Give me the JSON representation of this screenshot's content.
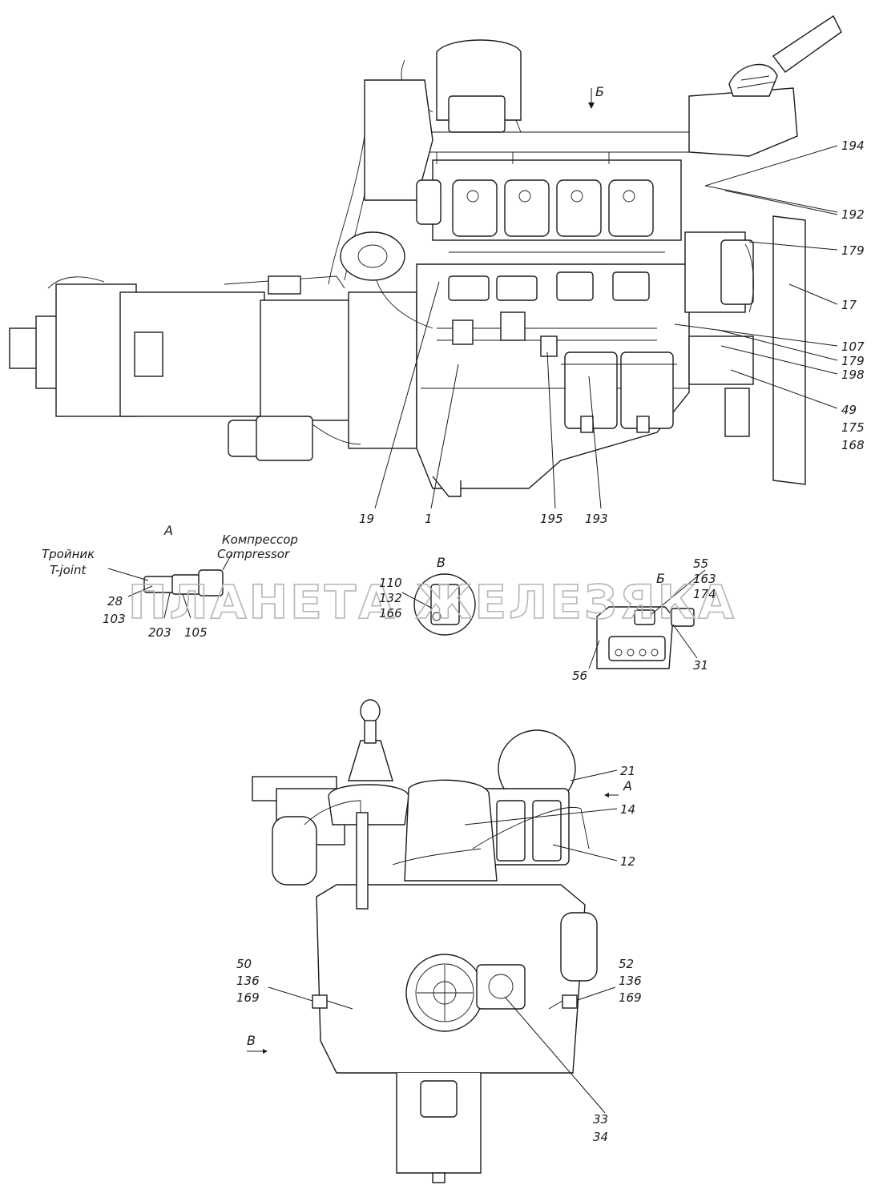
{
  "watermark": "ПЛАНЕТА ЖЕЛЕЗЯКА",
  "view_labels": {
    "b_top": "Б",
    "a_inset": "А",
    "v_inset": "В",
    "b_inset": "Б",
    "a_front": "А",
    "v_front": "В"
  },
  "inset_notes": {
    "tee_ru": "Тройник",
    "tee_en": "T-joint",
    "compressor_ru": "Компрессор",
    "compressor_en": "Compressor"
  },
  "callouts": {
    "c194": "194",
    "c192": "192",
    "c179a": "179",
    "c17": "17",
    "c107": "107",
    "c179b": "179",
    "c198": "198",
    "c49": "49",
    "c175": "175",
    "c168": "168",
    "c19": "19",
    "c1": "1",
    "c195": "195",
    "c193": "193",
    "c28": "28",
    "c103": "103",
    "c203": "203",
    "c105": "105",
    "c110": "110",
    "c132": "132",
    "c166": "166",
    "c55": "55",
    "c163": "163",
    "c174": "174",
    "c56": "56",
    "c31": "31",
    "c21": "21",
    "c14": "14",
    "c12": "12",
    "c50": "50",
    "c136a": "136",
    "c169a": "169",
    "c52": "52",
    "c136b": "136",
    "c169b": "169",
    "c33": "33",
    "c34": "34"
  }
}
